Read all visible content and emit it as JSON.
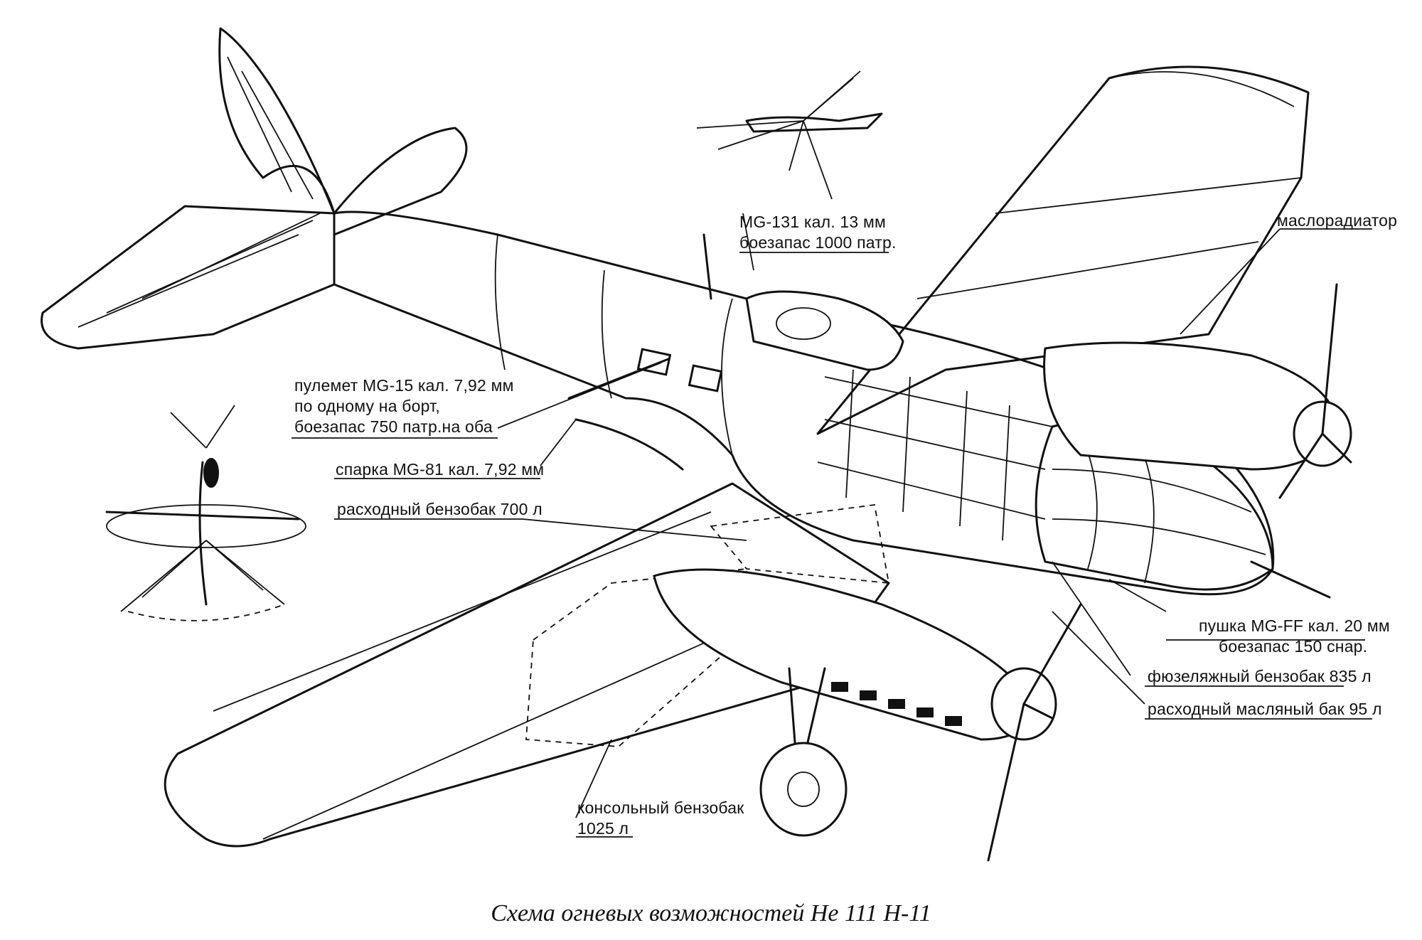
{
  "caption": "Схема огневых возможностей Не 111 Н-11",
  "labels": {
    "mg131": {
      "line1": "MG-131 кал. 13 мм",
      "line2": "боезапас 1000 патр."
    },
    "oil_radiator": "маслорадиатор",
    "mg15": {
      "line1": "пулемет MG-15 кал. 7,92 мм",
      "line2": "по одному на борт,",
      "line3": "боезапас 750 патр.на оба"
    },
    "mg81": "спарка MG-81 кал. 7,92 мм",
    "service_tank": "расходный бензобак 700 л",
    "mgff": {
      "line1": "пушка MG-FF кал. 20 мм",
      "line2": "боезапас 150 снар."
    },
    "fuselage_tank": "фюзеляжный бензобак 835 л",
    "oil_tank": "расходный масляный бак 95 л",
    "wing_tank": {
      "line1": "консольный бензобак",
      "line2": "1025 л"
    }
  }
}
